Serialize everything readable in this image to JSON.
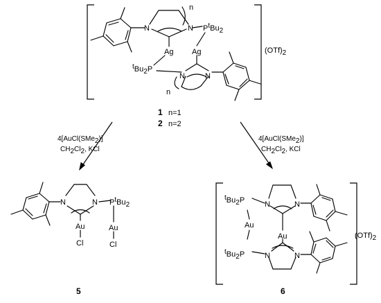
{
  "top_complex": {
    "compound_numbers": [
      "1",
      "2"
    ],
    "n_values": [
      "n=1",
      "n=2"
    ],
    "counterion": "(OTf)",
    "counterion_subscript": "2",
    "atoms": {
      "N": "N",
      "Ag": "Ag",
      "P": "P",
      "tBu2_sup": "t",
      "tBu2": "Bu",
      "tBu2_sub": "2",
      "n": "n"
    }
  },
  "left_arrow": {
    "reagent_line1": "4[AuCl(SMe",
    "reagent_sub": "2",
    "reagent_close": ")]",
    "line2_a": "CH",
    "line2_s1": "2",
    "line2_b": "Cl",
    "line2_s2": "2",
    "line2_c": ", KCl"
  },
  "right_arrow": {
    "reagent_line1": "4[AuCl(SMe",
    "reagent_sub": "2",
    "reagent_close": ")]",
    "line2_a": "CH",
    "line2_s1": "2",
    "line2_b": "Cl",
    "line2_s2": "2",
    "line2_c": ", KCl"
  },
  "product_left": {
    "number": "5",
    "atoms": {
      "N": "N",
      "P": "P",
      "Au": "Au",
      "Cl": "Cl",
      "t": "t",
      "Bu": "Bu",
      "sub2": "2"
    }
  },
  "product_right": {
    "number": "6",
    "counterion": "(OTf)",
    "counterion_subscript": "2",
    "atoms": {
      "N": "N",
      "P": "P",
      "Au": "Au",
      "t": "t",
      "Bu": "Bu",
      "sub2": "2"
    }
  }
}
